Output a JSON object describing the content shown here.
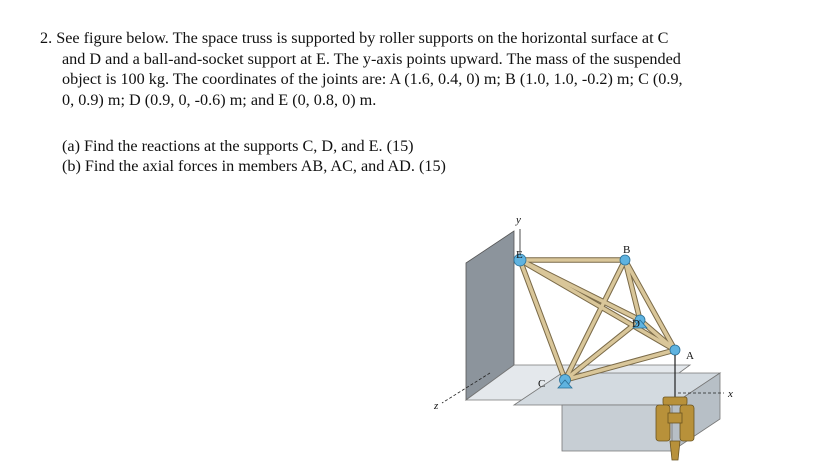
{
  "problem": {
    "number": "2.",
    "lines": [
      "See figure below. The space truss is supported by roller supports on the horizontal surface at C",
      "and D and a ball-and-socket support at E. The y-axis points upward. The mass of the suspended",
      "object is 100 kg. The coordinates of the joints are: A (1.6, 0.4, 0) m; B (1.0, 1.0, -0.2) m; C (0.9,",
      "0, 0.9) m; D (0.9, 0, -0.6) m; and E (0, 0.8, 0) m."
    ]
  },
  "parts": [
    "(a) Find the reactions at the supports C, D, and E. (15)",
    "(b) Find the axial forces in members AB, AC, and AD. (15)"
  ],
  "figure": {
    "labels": {
      "A": "A",
      "B": "B",
      "C": "C",
      "D": "D",
      "E": "E"
    },
    "axes": {
      "x": "x",
      "y": "y",
      "z": "z"
    },
    "colors": {
      "member": "#c9b48a",
      "wall": "#8c949c",
      "floor": "#d8dee4",
      "joint": "#5fb3e0",
      "weight": "#b8913a"
    }
  }
}
